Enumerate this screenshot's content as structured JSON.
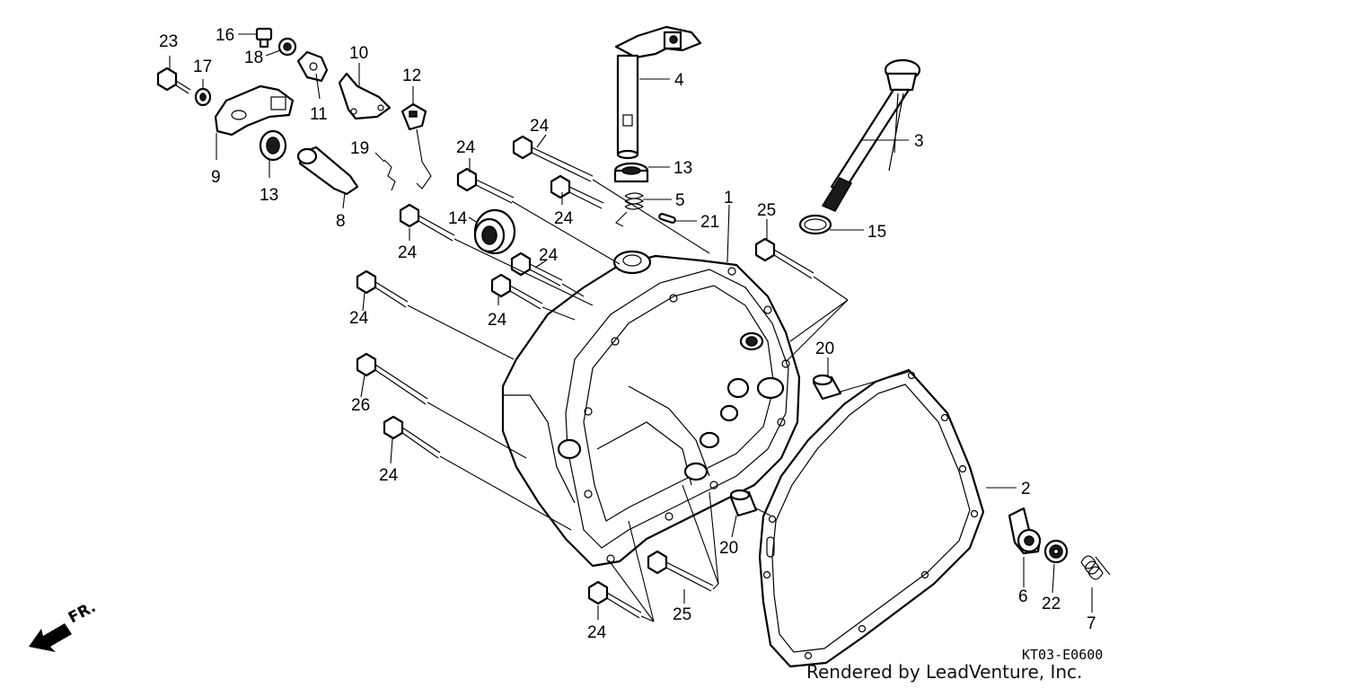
{
  "diagram": {
    "callouts": [
      {
        "id": "c23",
        "label": "23"
      },
      {
        "id": "c16",
        "label": "16"
      },
      {
        "id": "c17",
        "label": "17"
      },
      {
        "id": "c18",
        "label": "18"
      },
      {
        "id": "c10",
        "label": "10"
      },
      {
        "id": "c12",
        "label": "12"
      },
      {
        "id": "c11",
        "label": "11"
      },
      {
        "id": "c9",
        "label": "9"
      },
      {
        "id": "c13a",
        "label": "13"
      },
      {
        "id": "c19",
        "label": "19"
      },
      {
        "id": "c8",
        "label": "8"
      },
      {
        "id": "c4",
        "label": "4"
      },
      {
        "id": "c13b",
        "label": "13"
      },
      {
        "id": "c5",
        "label": "5"
      },
      {
        "id": "c21",
        "label": "21"
      },
      {
        "id": "c3",
        "label": "3"
      },
      {
        "id": "c15",
        "label": "15"
      },
      {
        "id": "c1",
        "label": "1"
      },
      {
        "id": "c25a",
        "label": "25"
      },
      {
        "id": "c14",
        "label": "14"
      },
      {
        "id": "c24a",
        "label": "24"
      },
      {
        "id": "c24b",
        "label": "24"
      },
      {
        "id": "c24c",
        "label": "24"
      },
      {
        "id": "c24d",
        "label": "24"
      },
      {
        "id": "c24e",
        "label": "24"
      },
      {
        "id": "c24f",
        "label": "24"
      },
      {
        "id": "c24g",
        "label": "24"
      },
      {
        "id": "c24h",
        "label": "24"
      },
      {
        "id": "c24i",
        "label": "24"
      },
      {
        "id": "c26",
        "label": "26"
      },
      {
        "id": "c20a",
        "label": "20"
      },
      {
        "id": "c20b",
        "label": "20"
      },
      {
        "id": "c2",
        "label": "2"
      },
      {
        "id": "c25b",
        "label": "25"
      },
      {
        "id": "c6",
        "label": "6"
      },
      {
        "id": "c22",
        "label": "22"
      },
      {
        "id": "c7",
        "label": "7"
      }
    ],
    "front_marker": "FR.",
    "diagram_code": "KT03-E0600",
    "credit": "Rendered by LeadVenture, Inc."
  }
}
